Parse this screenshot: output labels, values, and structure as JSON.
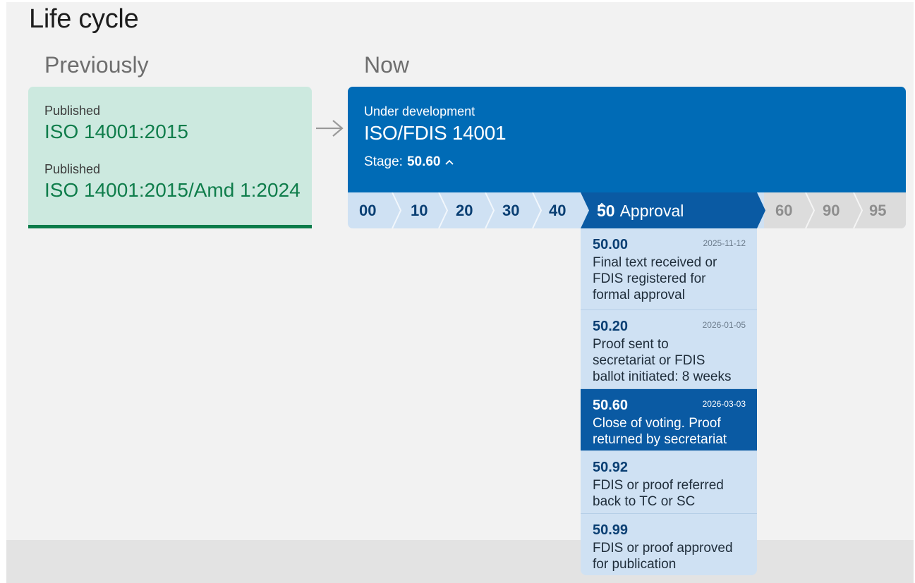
{
  "page_title": "Life cycle",
  "previously": {
    "heading": "Previously",
    "items": [
      {
        "status": "Published",
        "reference": "ISO 14001:2015"
      },
      {
        "status": "Published",
        "reference": "ISO 14001:2015/Amd 1:2024"
      }
    ]
  },
  "now": {
    "heading": "Now",
    "status": "Under development",
    "reference": "ISO/FDIS 14001",
    "stage_prefix": "Stage:",
    "stage_value": "50.60"
  },
  "stages": {
    "before": [
      "00",
      "10",
      "20",
      "30",
      "40"
    ],
    "active": {
      "code": "50",
      "name": "Approval"
    },
    "after": [
      "60",
      "90",
      "95"
    ]
  },
  "substages": [
    {
      "code": "50.00",
      "date": "2025-11-12",
      "lines": [
        "Final text received or",
        "FDIS registered for",
        "formal approval"
      ],
      "active": false
    },
    {
      "code": "50.20",
      "date": "2026-01-05",
      "lines": [
        "Proof sent to",
        "secretariat or FDIS",
        "ballot initiated: 8 weeks"
      ],
      "active": false
    },
    {
      "code": "50.60",
      "date": "2026-03-03",
      "lines": [
        "Close of voting. Proof",
        "returned by secretariat"
      ],
      "active": true
    },
    {
      "code": "50.92",
      "date": "",
      "lines": [
        "FDIS or proof referred",
        "back to TC or SC"
      ],
      "active": false
    },
    {
      "code": "50.99",
      "date": "",
      "lines": [
        "FDIS or proof approved",
        "for publication"
      ],
      "active": false
    }
  ],
  "colors": {
    "published_bg": "#cce9df",
    "published_text": "#0f7d4b",
    "now_bg": "#006bb6",
    "stage_past_bg": "#cfe1f3",
    "stage_active_bg": "#0a5aa3",
    "stage_future_bg": "#dcdcdc"
  },
  "icons": {
    "flow": "arrow-right-icon",
    "stage_toggle": "chevron-up-icon",
    "stage_separator": "chevron-right-icon"
  }
}
